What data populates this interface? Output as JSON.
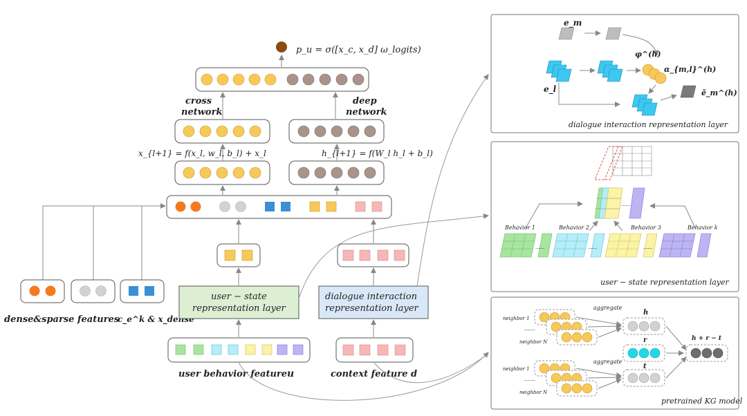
{
  "left": {
    "p_u_formula": "p_u = σ([x_c, x_d] ω_logits)",
    "cross_label_1": "cross",
    "cross_label_2": "network",
    "deep_label_1": "deep",
    "deep_label_2": "network",
    "x_formula": "x_{l+1} = f(x_l, w_l, b_l) + x_l",
    "h_formula": "h_{l+1} = f(W_l h_l + b_l)",
    "user_state_1": "user − state",
    "user_state_2": "representation layer",
    "dialogue_1": "dialogue interaction",
    "dialogue_2": "representation layer",
    "dense_sparse": "dense&sparse features",
    "ce_xdense": "c_e^k & x_dense",
    "user_behavior": "user behavior feature",
    "user_behavior_var": "u",
    "context_feature": "context feature d"
  },
  "panel_dialogue": {
    "title": "dialogue interaction representation layer",
    "e_m": "e_m",
    "e_l": "e_l",
    "phi": "φ^(h)",
    "alpha": "α_{m,l}^(h)",
    "e_tilde": "ẽ_m^(h)"
  },
  "panel_user": {
    "title": "user − state representation layer",
    "behaviors": [
      "Behavior 1",
      "Behavior 2",
      "Behavior 3",
      "Behavior k"
    ],
    "dots": "......"
  },
  "panel_kg": {
    "title": "pretrained KG model",
    "aggregate_top": "aggregate",
    "aggregate_bottom": "aggregate",
    "neighbor_1_top": "neighbor 1",
    "neighbor_N_top": "neighbor N",
    "neighbor_1_bottom": "neighbor 1",
    "neighbor_N_bottom": "neighbor N",
    "dots": ".......",
    "h": "h",
    "r": "r",
    "t": "t",
    "hrt": "h + r − t"
  },
  "colors": {
    "yellow": "#f7c85a",
    "brown": "#a8948a",
    "orange": "#f47a1f",
    "grey": "#d2d2d2",
    "blue": "#3a8fd6",
    "pink": "#f7b6b8",
    "green_box": "#dcefd3",
    "blue_box": "#d8e8f6",
    "cyan": "#3cc8f0",
    "dark_out": "#8a4a12"
  }
}
